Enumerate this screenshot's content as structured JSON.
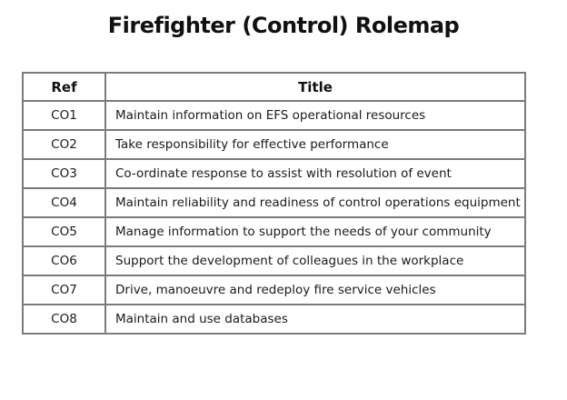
{
  "page": {
    "title": "Firefighter (Control) Rolemap"
  },
  "colors": {
    "background": "#ffffff",
    "text": "#1a1a1a",
    "table_border": "#7b7b7b"
  },
  "table": {
    "headers": {
      "ref": "Ref",
      "title": "Title"
    },
    "rows": [
      {
        "ref": "CO1",
        "title": "Maintain information on EFS operational resources"
      },
      {
        "ref": "CO2",
        "title": "Take responsibility for effective performance"
      },
      {
        "ref": "CO3",
        "title": "Co-ordinate response to assist with resolution of event"
      },
      {
        "ref": "CO4",
        "title": "Maintain reliability and readiness of control operations equipment"
      },
      {
        "ref": "CO5",
        "title": "Manage information to support the needs of your community"
      },
      {
        "ref": "CO6",
        "title": "Support the development of colleagues in the workplace"
      },
      {
        "ref": "CO7",
        "title": "Drive, manoeuvre and redeploy fire service vehicles"
      },
      {
        "ref": "CO8",
        "title": "Maintain and use databases"
      }
    ]
  }
}
